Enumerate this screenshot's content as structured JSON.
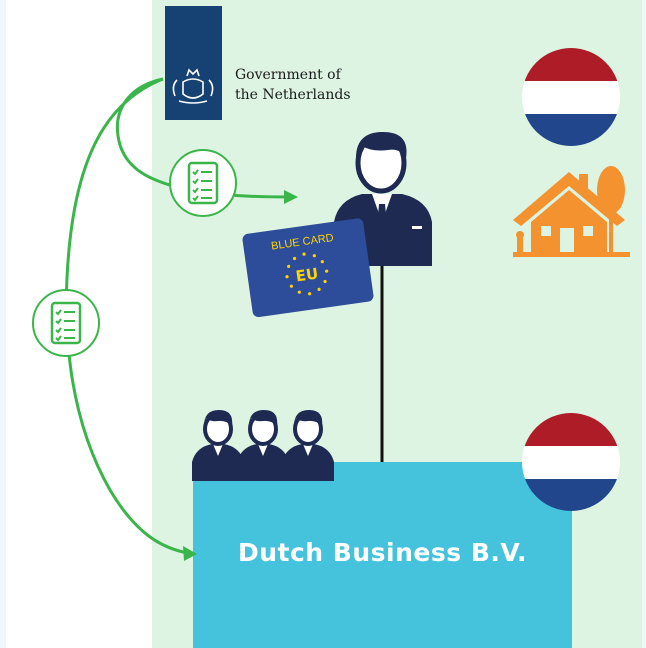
{
  "government": {
    "line1": "Government of",
    "line2": "the Netherlands"
  },
  "blue_card": {
    "title": "BLUE CARD",
    "code": "EU"
  },
  "company": {
    "name": "Dutch Business B.V."
  },
  "colors": {
    "gov_blue": "#154273",
    "panel_green": "#def4e3",
    "company_cyan": "#45c3dc",
    "arrow_green": "#3ab54a",
    "person_navy": "#1e2a52",
    "card_blue": "#2d4d9a",
    "house_orange": "#f4922f",
    "flag_red": "#ae1c28",
    "flag_blue": "#21468b"
  },
  "icons": [
    "coat-of-arms-icon",
    "checklist-icon",
    "person-icon",
    "team-icon",
    "house-icon",
    "flag-netherlands-icon"
  ]
}
